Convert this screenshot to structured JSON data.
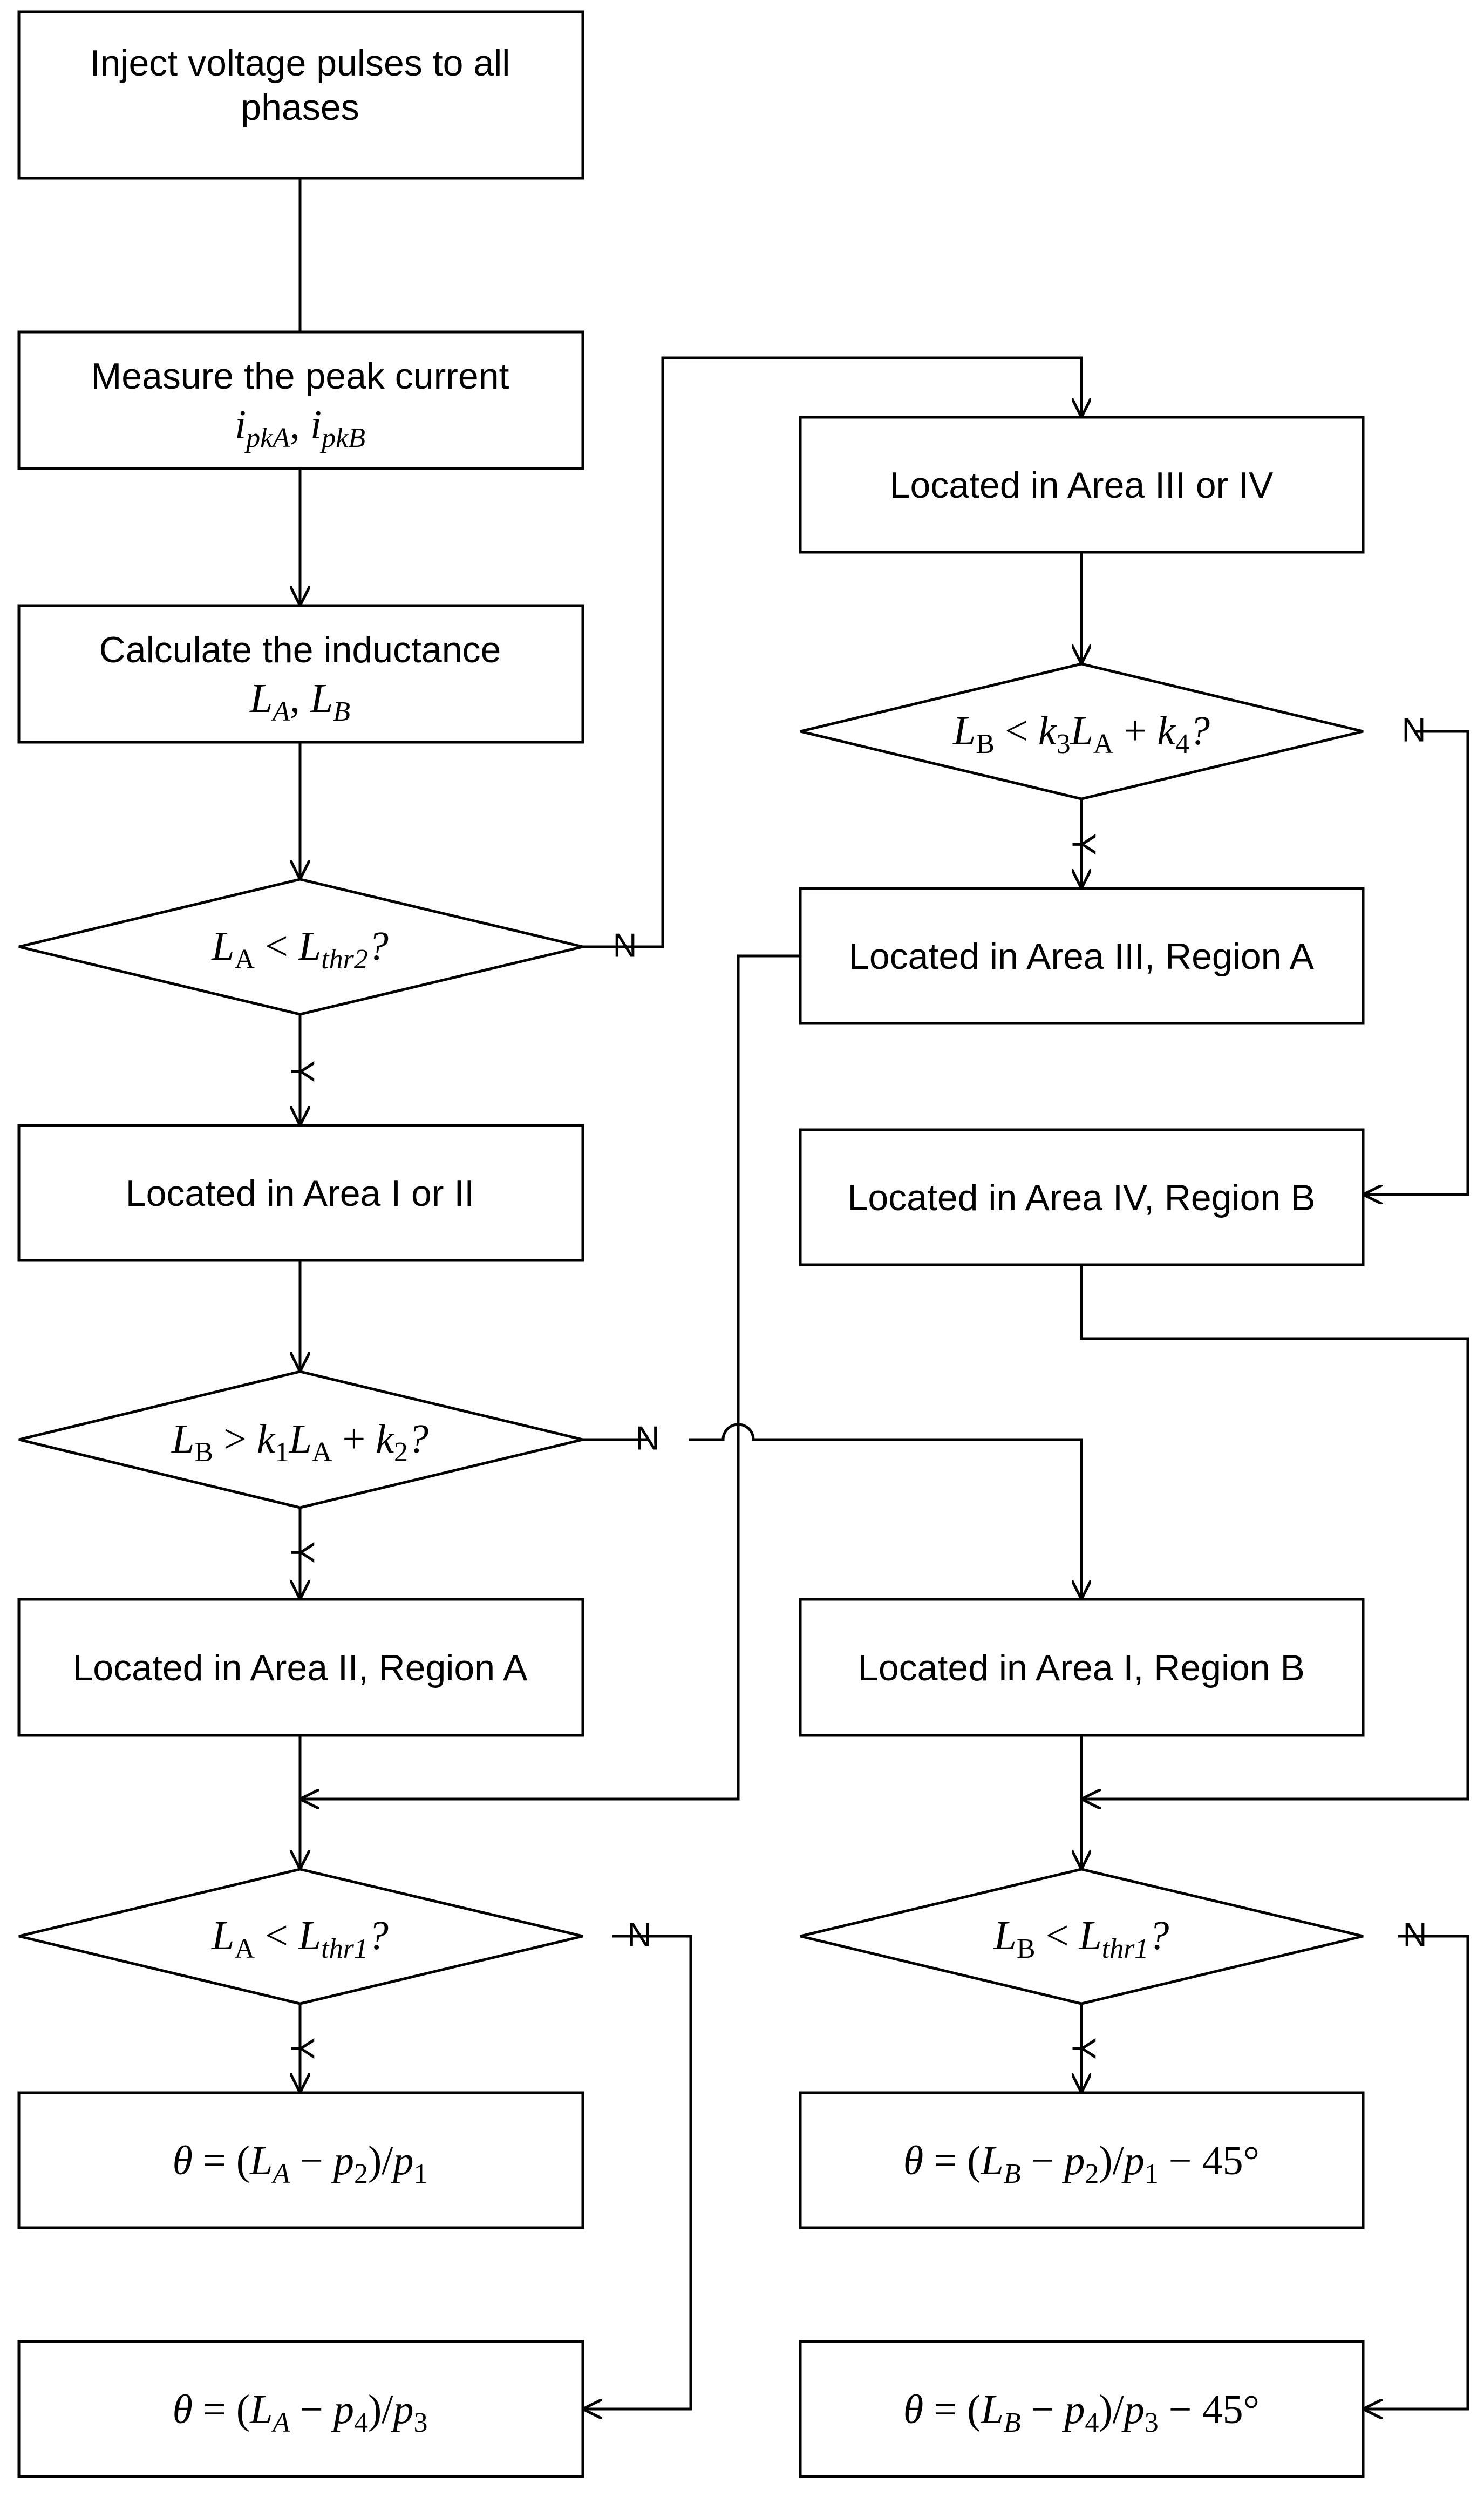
{
  "nodes": {
    "inject": {
      "line1": "Inject voltage pulses to all",
      "line2": "phases"
    },
    "measure": {
      "line1": "Measure the peak current",
      "m1": "i",
      "m1sub": "pkA",
      "m2": "i",
      "m2sub": "pkB"
    },
    "calculate": {
      "line1": "Calculate the inductance",
      "m1": "L",
      "m1sub": "A",
      "m2": "L",
      "m2sub": "B"
    },
    "dec_la_thr2": {
      "l": "L",
      "lsub": "A",
      "op": "<",
      "r": "L",
      "rsub": "thr2",
      "q": "?"
    },
    "area_1_2": {
      "text": "Located in Area I or II"
    },
    "dec_lb_k1": {
      "l": "L",
      "lsub": "B",
      "op": ">",
      "k": "k",
      "ksub": "1",
      "m": "L",
      "msub": "A",
      "plus": "+",
      "k2": "k",
      "k2sub": "2",
      "q": "?"
    },
    "area2_rega": {
      "text": "Located in Area II, Region A"
    },
    "area1_regb": {
      "text": "Located in Area I, Region B"
    },
    "area_3_4": {
      "text": "Located in Area III or IV"
    },
    "dec_lb_k3": {
      "l": "L",
      "lsub": "B",
      "op": "<",
      "k": "k",
      "ksub": "3",
      "m": "L",
      "msub": "A",
      "plus": "+",
      "k2": "k",
      "k2sub": "4",
      "q": "?"
    },
    "area3_rega": {
      "text": "Located in Area III, Region A"
    },
    "area4_regb": {
      "text": "Located in Area IV, Region B"
    },
    "dec_la_thr1": {
      "l": "L",
      "lsub": "A",
      "op": "<",
      "r": "L",
      "rsub": "thr1",
      "q": "?"
    },
    "dec_lb_thr1": {
      "l": "L",
      "lsub": "B",
      "op": "<",
      "r": "L",
      "rsub": "thr1",
      "q": "?"
    },
    "theta1": {
      "theta": "θ",
      "eq": " = (",
      "l": "L",
      "lsub": "A",
      "minus": " − ",
      "p": "p",
      "psub": "2",
      "div": ")/",
      "p2": "p",
      "p2sub": "1",
      "tail": ""
    },
    "theta2": {
      "theta": "θ",
      "eq": " = (",
      "l": "L",
      "lsub": "A",
      "minus": " − ",
      "p": "p",
      "psub": "4",
      "div": ")/",
      "p2": "p",
      "p2sub": "3",
      "tail": ""
    },
    "theta3": {
      "theta": "θ",
      "eq": " = (",
      "l": "L",
      "lsub": "B",
      "minus": " − ",
      "p": "p",
      "psub": "2",
      "div": ")/",
      "p2": "p",
      "p2sub": "1",
      "tail": " − 45°"
    },
    "theta4": {
      "theta": "θ",
      "eq": " = (",
      "l": "L",
      "lsub": "B",
      "minus": " − ",
      "p": "p",
      "psub": "4",
      "div": ")/",
      "p2": "p",
      "p2sub": "3",
      "tail": " − 45°"
    }
  },
  "branch_labels": {
    "yes": "Y",
    "no": "N"
  }
}
